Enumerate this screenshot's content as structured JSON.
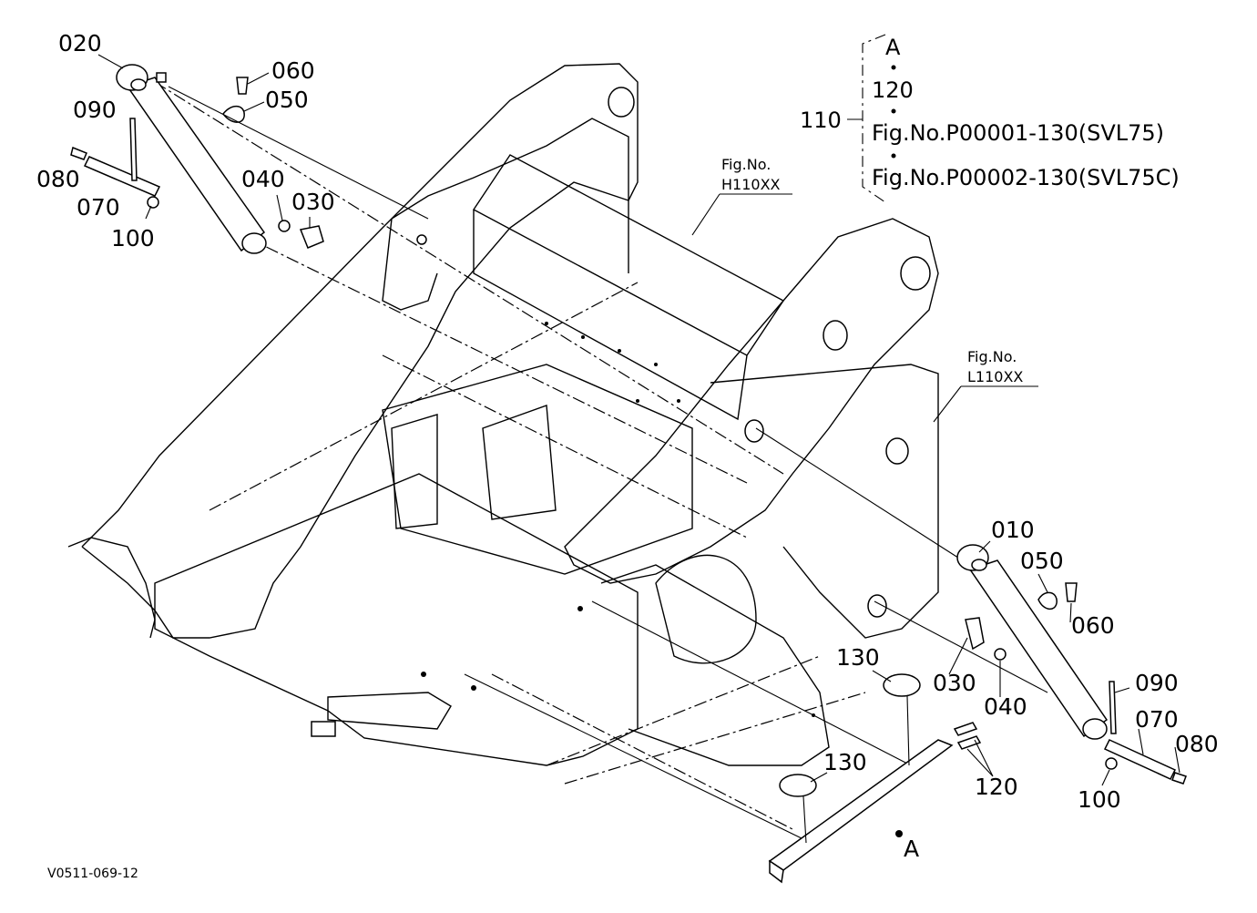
{
  "callouts": {
    "c020": "020",
    "c060a": "060",
    "c050a": "050",
    "c090a": "090",
    "c080a": "080",
    "c070a": "070",
    "c100a": "100",
    "c040a": "040",
    "c030a": "030",
    "c010": "010",
    "c050b": "050",
    "c060b": "060",
    "c030b": "030",
    "c040b": "040",
    "c130a": "130",
    "c090b": "090",
    "c070b": "070",
    "c080b": "080",
    "c100b": "100",
    "c120": "120",
    "c130b": "130",
    "cA": "A"
  },
  "fig_refs": {
    "h_top": "Fig.No.",
    "h_bottom": "H110XX",
    "l_top": "Fig.No.",
    "l_bottom": "L110XX"
  },
  "group": {
    "label": "110",
    "items": [
      "A",
      "120",
      "Fig.No.P00001-130(SVL75)",
      "Fig.No.P00002-130(SVL75C)"
    ]
  },
  "drawing_code": "V0511-069-12"
}
